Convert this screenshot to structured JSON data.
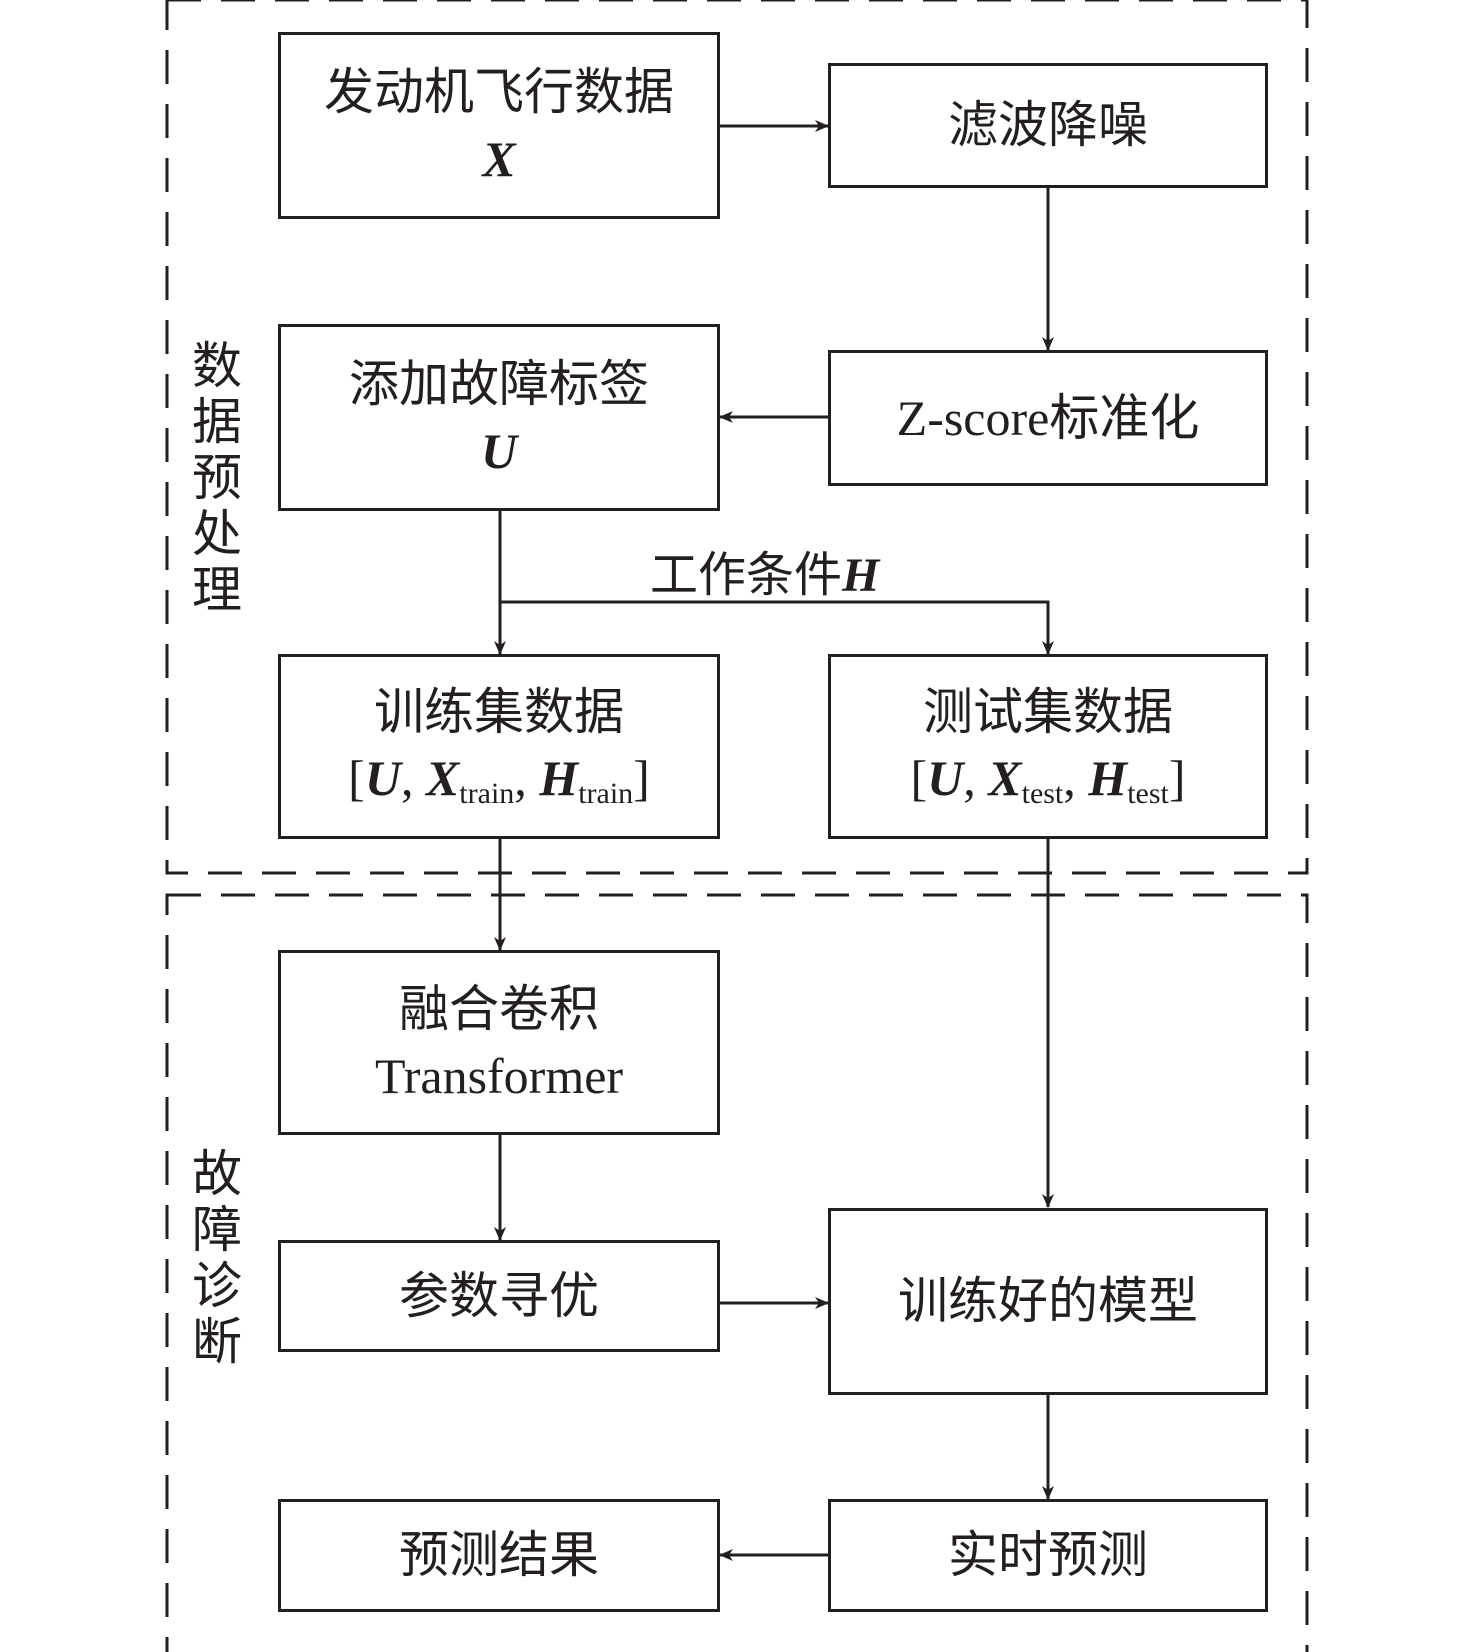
{
  "section_pre": "数据预处理",
  "section_diag": "故障诊断",
  "nodes": {
    "engine_data": {
      "line1": "发动机飞行数据",
      "var": "X"
    },
    "filter": {
      "label": "滤波降噪"
    },
    "zscore": {
      "label": "Z-score标准化"
    },
    "fault_label": {
      "line1": "添加故障标签",
      "var": "U"
    },
    "train_set": {
      "line1": "训练集数据",
      "u": "U",
      "x": "X",
      "x_sub": "train",
      "h": "H",
      "h_sub": "train"
    },
    "test_set": {
      "line1": "测试集数据",
      "u": "U",
      "x": "X",
      "x_sub": "test",
      "h": "H",
      "h_sub": "test"
    },
    "fusion": {
      "line1": "融合卷积",
      "line2": "Transformer"
    },
    "param_opt": {
      "label": "参数寻优"
    },
    "trained_model": {
      "label": "训练好的模型"
    },
    "realtime": {
      "label": "实时预测"
    },
    "result": {
      "label": "预测结果"
    }
  },
  "edge_label": {
    "text": "工作条件",
    "var": "H"
  }
}
